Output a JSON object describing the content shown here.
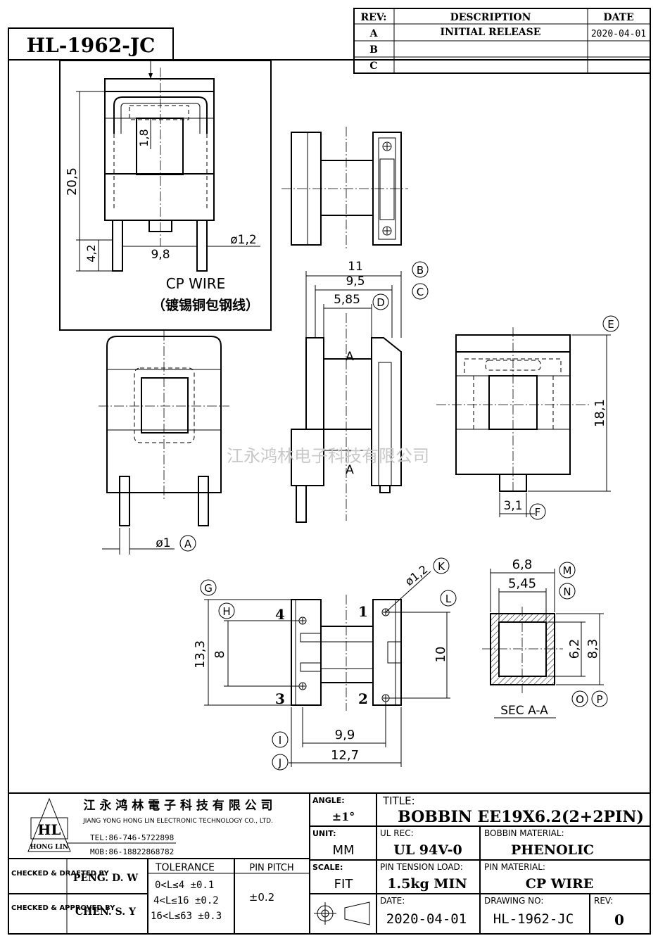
{
  "part_number": "HL-1962-JC",
  "revision_table": {
    "headers": {
      "rev": "REV:",
      "description": "DESCRIPTION",
      "date": "DATE"
    },
    "rows": [
      {
        "rev": "A",
        "description": "INITIAL RELEASE",
        "date": "2020-04-01"
      },
      {
        "rev": "B",
        "description": "",
        "date": ""
      },
      {
        "rev": "C",
        "description": "",
        "date": ""
      }
    ]
  },
  "wire_detail": {
    "dim_height": "20,5",
    "dim_top": "1,8",
    "dim_pin_len": "4,2",
    "dim_pin_spacing": "9,8",
    "dim_wire_dia": "ø1,2",
    "wire_label": "CP WIRE",
    "wire_label_cn": "（镀锡铜包钢线）"
  },
  "dimensions": {
    "d11": "11",
    "d9_5": "9,5",
    "d5_85": "5,85",
    "d18_1": "18,1",
    "d3_1": "3,1",
    "d1": "ø1",
    "d13_3": "13,3",
    "d8": "8",
    "d10": "10",
    "d9_9": "9,9",
    "d12_7": "12,7",
    "d1_2": "ø1,2",
    "d6_8": "6,8",
    "d5_45": "5,45",
    "d6_2": "6,2",
    "d8_3": "8,3",
    "section_a": "A",
    "section_label": "SEC A-A"
  },
  "callouts": [
    "A",
    "B",
    "C",
    "D",
    "E",
    "F",
    "G",
    "H",
    "I",
    "J",
    "K",
    "L",
    "M",
    "N",
    "O",
    "P"
  ],
  "pins": {
    "p1": "1",
    "p2": "2",
    "p3": "3",
    "p4": "4"
  },
  "watermark": "江永鸿林电子科技有限公司",
  "title_block": {
    "company_cn": "江 永 鸿 林 電 子 科 技 有 限 公 司",
    "company_en": "JIANG YONG HONG LIN ELECTRONIC TECHNOLOGY CO., LTD.",
    "logo_text": "HL",
    "logo_sub": "HONG LIN",
    "tel": "TEL:86-746-5722898",
    "mob": "MOB:86-18822868782",
    "checked_drafted_label": "CHECKED & DRAFTED BY",
    "checked_drafted_by": "PENG. D. W",
    "checked_approved_label": "CHECKED & APPROVED BY",
    "checked_approved_by": "CHEN. S. Y",
    "tolerance_label": "TOLERANCE",
    "tolerance_rows": [
      "0<L≤4   ±0.1",
      "4<L≤16  ±0.2",
      "16<L≤63 ±0.3"
    ],
    "pin_pitch_label": "PIN PITCH",
    "pin_pitch": "±0.2",
    "angle_label": "ANGLE:",
    "angle": "±1°",
    "unit_label": "UNIT:",
    "unit": "MM",
    "scale_label": "SCALE:",
    "scale": "FIT",
    "title_label": "TITLE:",
    "title": "BOBBIN EE19X6.2(2+2PIN)",
    "ul_label": "UL REC:",
    "ul": "UL 94V-0",
    "bobbin_material_label": "BOBBIN MATERIAL:",
    "bobbin_material": "PHENOLIC",
    "pin_tension_label": "PIN TENSION LOAD:",
    "pin_tension": "1.5kg MIN",
    "pin_material_label": "PIN MATERIAL:",
    "pin_material": "CP    WIRE",
    "date_label": "DATE:",
    "date": "2020-04-01",
    "drawing_no_label": "DRAWING NO:",
    "drawing_no": "HL-1962-JC",
    "rev_label": "REV:",
    "rev": "0"
  }
}
